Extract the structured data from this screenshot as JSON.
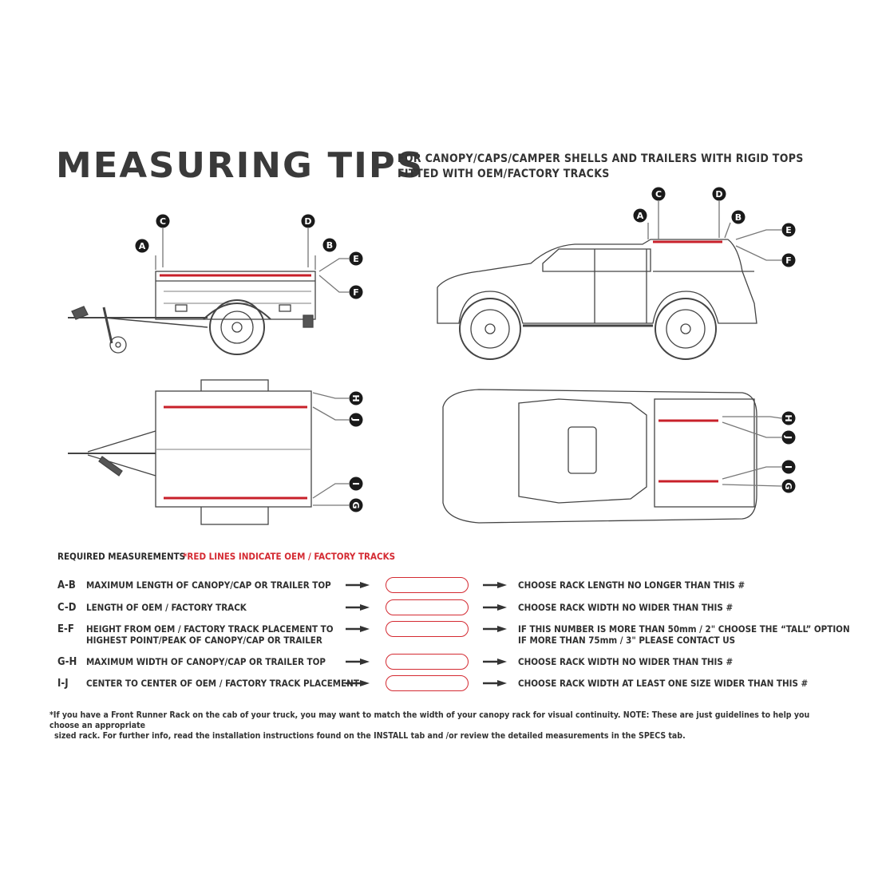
{
  "header": {
    "title": "MEASURING TIPS",
    "subtitle_line1": "FOR CANOPY/CAPS/CAMPER SHELLS AND TRAILERS WITH RIGID TOPS",
    "subtitle_line2": "FITTED WITH OEM/FACTORY TRACKS"
  },
  "diagrams": {
    "trailer_side": [
      "A",
      "C",
      "D",
      "B",
      "E",
      "F"
    ],
    "truck_side": [
      "A",
      "C",
      "D",
      "B",
      "E",
      "F"
    ],
    "trailer_top": [
      "H",
      "J",
      "I",
      "G"
    ],
    "truck_top": [
      "H",
      "J",
      "I",
      "G"
    ]
  },
  "colors": {
    "accent": "#d42a32",
    "text": "#2f2f2f",
    "callout": "#1a1a1a"
  },
  "measurements": {
    "heading": "REQUIRED MEASUREMENTS",
    "note": "*RED LINES INDICATE OEM / FACTORY TRACKS",
    "rows": [
      {
        "code": "A-B",
        "desc": "MAXIMUM  LENGTH OF CANOPY/CAP OR TRAILER TOP",
        "desc2": "",
        "value": "",
        "result": "CHOOSE RACK LENGTH NO LONGER THAN THIS #",
        "result2": ""
      },
      {
        "code": "C-D",
        "desc": "LENGTH OF OEM / FACTORY TRACK",
        "desc2": "",
        "value": "",
        "result": "CHOOSE RACK WIDTH NO WIDER THAN THIS #",
        "result2": ""
      },
      {
        "code": "E-F",
        "desc": "HEIGHT FROM OEM / FACTORY TRACK PLACEMENT TO",
        "desc2": "HIGHEST POINT/PEAK OF CANOPY/CAP OR TRAILER",
        "value": "",
        "result": "IF THIS NUMBER IS MORE THAN 50mm / 2\" CHOOSE THE “TALL” OPTION",
        "result2": "IF MORE THAN 75mm / 3\" PLEASE CONTACT US"
      },
      {
        "code": "G-H",
        "desc": "MAXIMUM  WIDTH OF CANOPY/CAP OR TRAILER TOP",
        "desc2": "",
        "value": "",
        "result": "CHOOSE RACK WIDTH NO WIDER THAN THIS #",
        "result2": ""
      },
      {
        "code": "I-J",
        "desc": "CENTER TO CENTER OF OEM / FACTORY TRACK PLACEMENT",
        "desc2": "",
        "value": "",
        "result": "CHOOSE RACK WIDTH AT LEAST ONE SIZE WIDER THAN THIS #",
        "result2": ""
      }
    ]
  },
  "footnote": {
    "line1": "*If you have a Front Runner Rack on the cab of your truck, you may want to match the width of your canopy rack for visual continuity. NOTE: These are just guidelines to help you choose an appropriate",
    "line2": "sized rack. For further info, read the installation instructions found on the INSTALL tab and /or review the detailed measurements in the SPECS tab."
  }
}
